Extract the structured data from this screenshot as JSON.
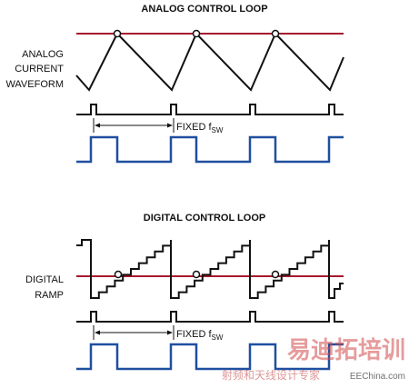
{
  "analog": {
    "title": "ANALOG CONTROL LOOP",
    "label_lines": [
      "ANALOG",
      "CURRENT",
      "WAVEFORM"
    ],
    "fixed_label": "FIXED f",
    "fixed_sub": "SW"
  },
  "digital": {
    "title": "DIGITAL CONTROL LOOP",
    "label_lines": [
      "DIGITAL",
      "RAMP"
    ],
    "fixed_label": "FIXED f",
    "fixed_sub": "SW"
  },
  "watermark": {
    "brand": "易迪拓培训",
    "tagline": "射频和天线设计专家",
    "site": "EEChina.com"
  },
  "colors": {
    "reference": "#a6192e",
    "waveform": "#111111",
    "pwm": "#1f4fa0"
  }
}
